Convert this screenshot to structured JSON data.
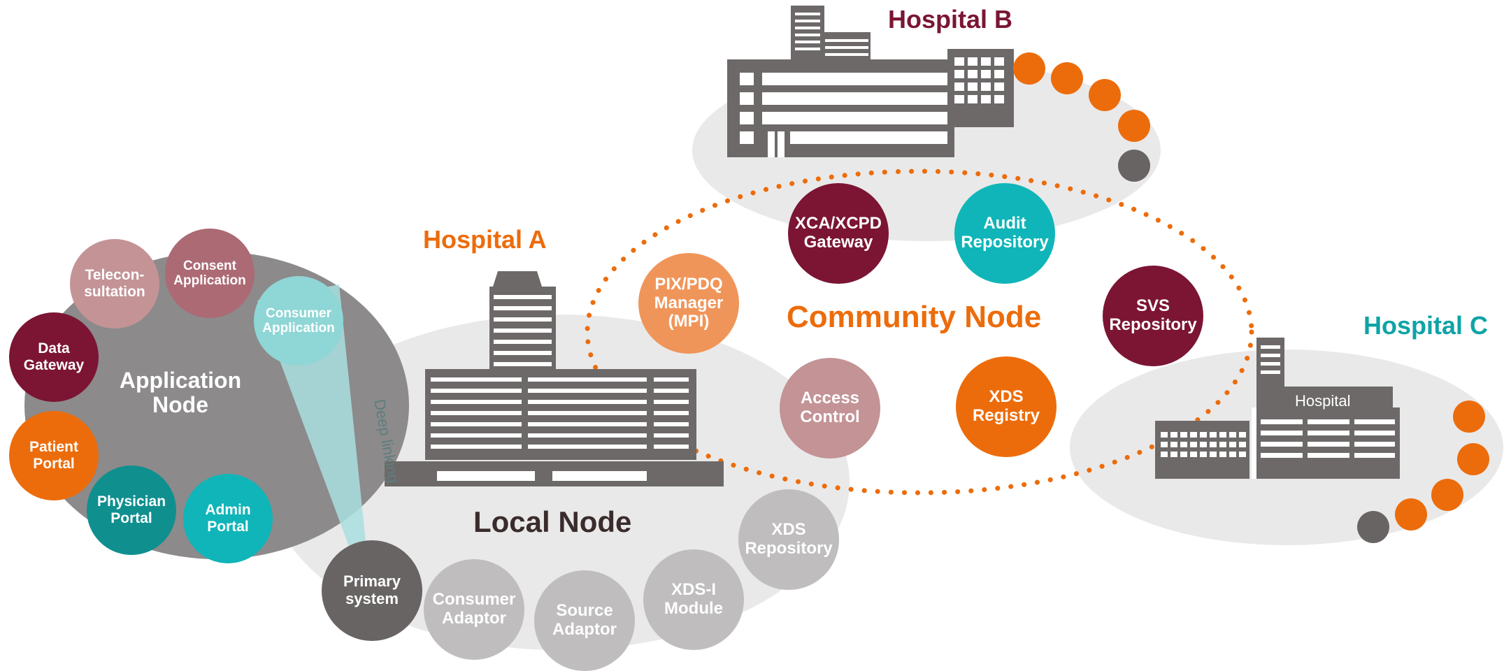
{
  "colors": {
    "orange": "#EC6C0B",
    "maroon": "#7B1533",
    "teal": "#0FB5B8",
    "dark_teal": "#108F8F",
    "light_teal": "#8FD6D6",
    "rose": "#C39396",
    "dusty_rose": "#AC6A74",
    "peach": "#F0955A",
    "gray_building": "#6D6969",
    "gray_node": "#BFBDBD",
    "gray_dark": "#686464",
    "ellipse_fill": "#E9E9E9"
  },
  "titles": {
    "hospital_a": "Hospital A",
    "hospital_b": "Hospital B",
    "hospital_c": "Hospital C",
    "community_node": "Community Node",
    "local_node": "Local Node",
    "application_node": "Application\nNode",
    "hospital_sign": "Hospital",
    "deep_linking": "Deep linking"
  },
  "application_nodes": {
    "telecon": "Telecon-\nsultation",
    "consent": "Consent\nApplication",
    "consumer_app": "Consumer\nApplication",
    "data_gateway": "Data\nGateway",
    "patient_portal": "Patient\nPortal",
    "physician_portal": "Physician\nPortal",
    "admin_portal": "Admin\nPortal"
  },
  "community_nodes": {
    "pix_pdq": "PIX/PDQ\nManager\n(MPI)",
    "xca_xcpd": "XCA/XCPD\nGateway",
    "audit_repo": "Audit\nRepository",
    "svs_repo": "SVS\nRepository",
    "access_control": "Access\nControl",
    "xds_registry": "XDS\nRegistry"
  },
  "local_nodes": {
    "primary_system": "Primary\nsystem",
    "consumer_adaptor": "Consumer\nAdaptor",
    "source_adaptor": "Source\nAdaptor",
    "xds_i_module": "XDS-I\nModule",
    "xds_repository": "XDS\nRepository"
  },
  "icons": [
    "hospital-a-building-icon",
    "hospital-b-building-icon",
    "hospital-c-building-icon"
  ]
}
